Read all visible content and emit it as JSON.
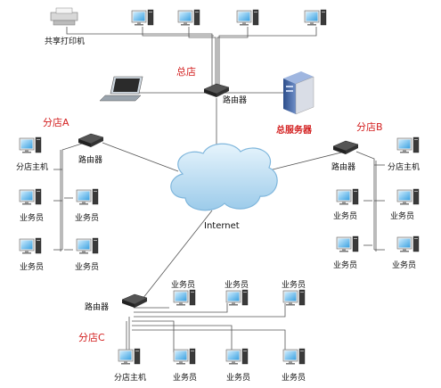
{
  "labels": {
    "shared_printer": "共享打印机",
    "hq": "总店",
    "router": "路由器",
    "hq_server": "总服务器",
    "internet": "Internet",
    "branch_a": "分店A",
    "branch_b": "分店B",
    "branch_c": "分店C",
    "branch_host": "分店主机",
    "salesperson": "业务员"
  },
  "colors": {
    "accent_red": "#d32020",
    "cloud": "#bfe0f4",
    "line": "#555555"
  }
}
